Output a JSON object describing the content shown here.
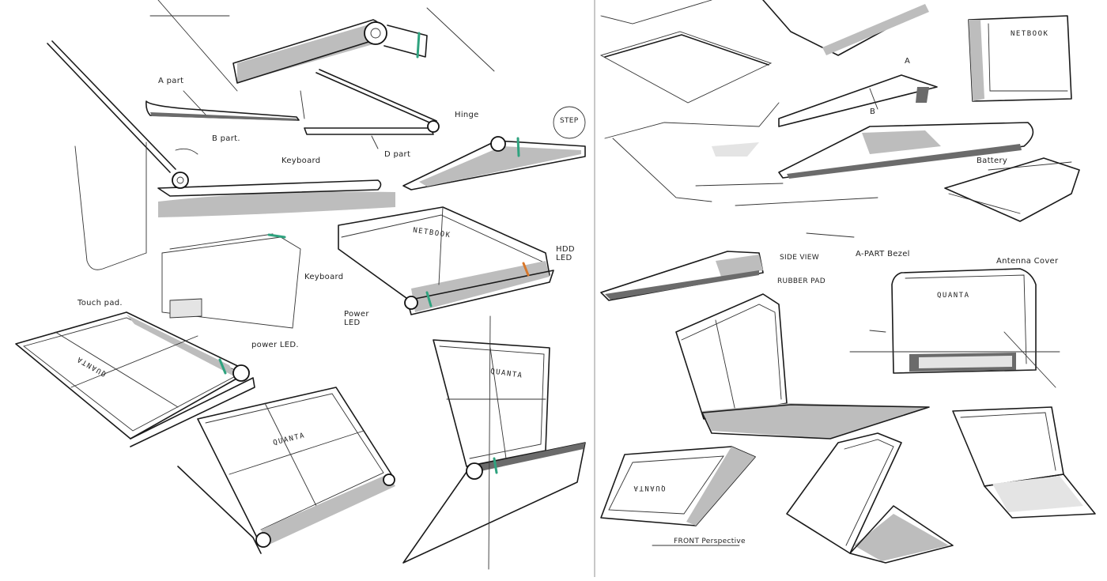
{
  "annotations": {
    "a_part": "A part",
    "b_part": "B part.",
    "d_part": "D part",
    "hinge": "Hinge",
    "keyboard_top": "Keyboard",
    "step": "STEP",
    "keyboard_mid": "Keyboard",
    "hdd_led": "HDD LED",
    "power_led_mid": "Power LED",
    "touch_pad": "Touch pad.",
    "power_led_left": "power LED.",
    "a_label": "A",
    "b_label": "B",
    "battery": "Battery",
    "netbook_corner": "NETBOOK",
    "side_view": "SIDE VIEW",
    "rubber_pad": "RUBBER PAD",
    "a_part_bezel": "A-PART Bezel",
    "antenna_cover": "Antenna Cover",
    "front_perspective": "FRONT Perspective"
  },
  "logos": {
    "netbook_lid": "NETBOOK",
    "quanta_1": "QUANTA",
    "quanta_2": "QUANTA",
    "quanta_3": "QUANTA",
    "quanta_4": "QUANTA",
    "quanta_5": "QUANTA"
  },
  "colors": {
    "ink": "#1a1a1a",
    "marker_grey": "#bdbdbd",
    "dark_marker": "#6b6b6b",
    "accent_green": "#2fa37f",
    "accent_orange": "#d8772a",
    "paper": "#ffffff"
  }
}
